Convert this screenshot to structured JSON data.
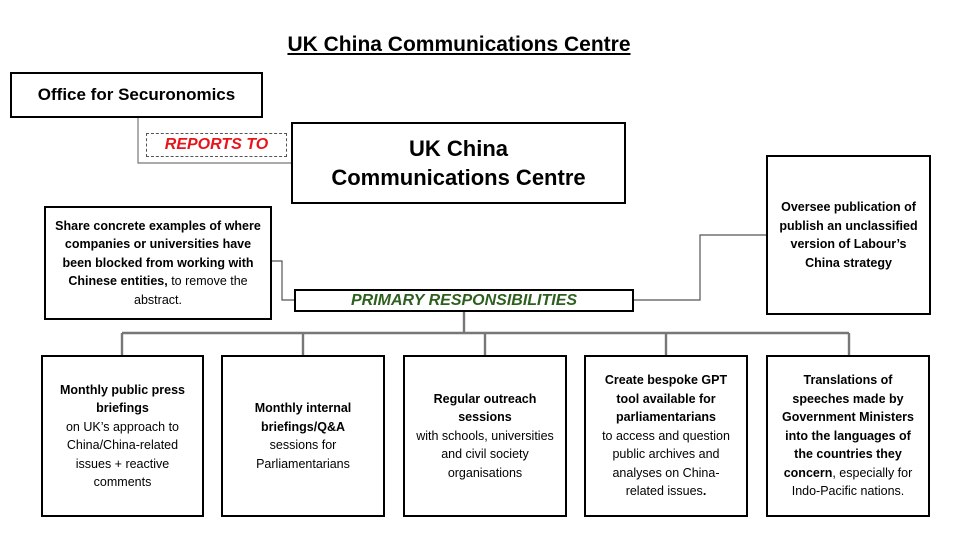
{
  "page_title": "UK China Communications Centre",
  "office_box": "Office for Securonomics",
  "reports_to_label": "REPORTS TO",
  "centre_box": {
    "line1": "UK China",
    "line2": "Communications Centre"
  },
  "primary_label": "PRIMARY RESPONSIBILITIES",
  "share_note": {
    "bold": "Share concrete examples of where companies or universities have been blocked from working with Chinese entities,",
    "normal": " to remove the abstract."
  },
  "oversee_note": {
    "bold": "Oversee publication of publish an unclassified version of Labour’s China strategy"
  },
  "responsibilities": [
    {
      "bold": "Monthly public press briefings",
      "normal": "on UK’s approach to China/China-related issues + reactive comments"
    },
    {
      "bold": "Monthly internal briefings/Q&A",
      "normal": "sessions for Parliamentarians"
    },
    {
      "bold": "Regular outreach sessions",
      "normal": "with schools, universities and civil society organisations"
    },
    {
      "bold": "Create bespoke GPT tool available for parliamentarians",
      "normal": "to access and question public archives and analyses on China-related issues",
      "tail": "."
    },
    {
      "bold": "Translations of speeches made by Government Ministers into the languages of the countries they concern",
      "normal": ", especially for Indo-Pacific nations."
    }
  ]
}
